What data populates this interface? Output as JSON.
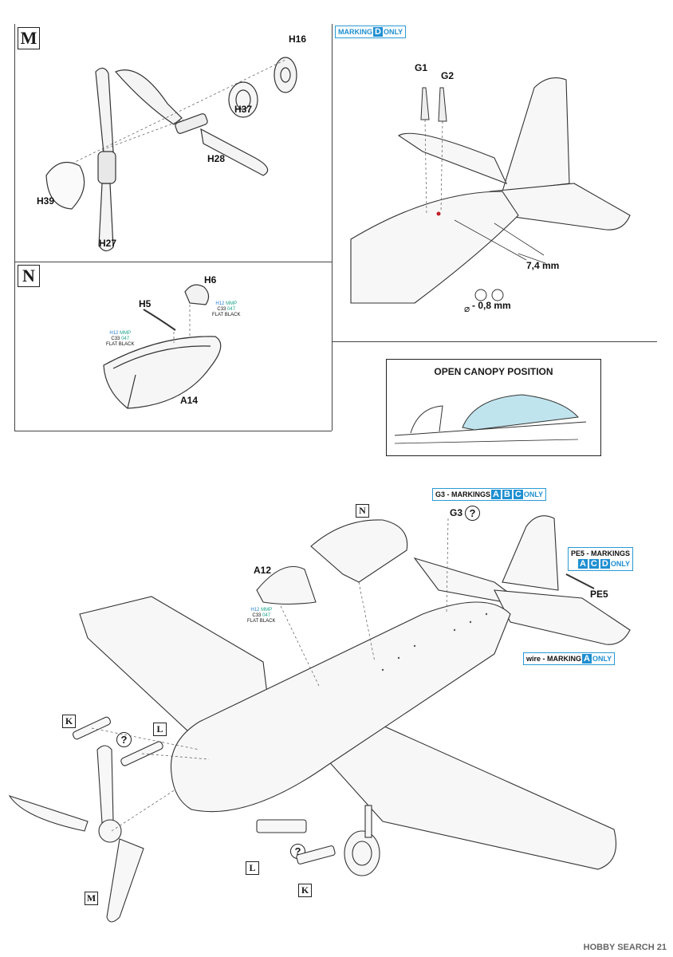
{
  "steps": {
    "M": "M",
    "N": "N",
    "K": "K",
    "L": "L"
  },
  "panel_m": {
    "parts": [
      "H16",
      "H37",
      "H28",
      "H39",
      "H27"
    ]
  },
  "panel_n": {
    "parts": [
      "H6",
      "H5",
      "A14"
    ],
    "paint_h6": {
      "h": "H12",
      "mmp": "MMP",
      "c": "C33",
      "code": "047",
      "name": "FLAT BLACK"
    },
    "paint_a14": {
      "h": "H12",
      "mmp": "MMP",
      "c": "C33",
      "code": "047",
      "name": "FLAT BLACK"
    }
  },
  "panel_tail": {
    "note_prefix": "MARKING",
    "note_tag": "D",
    "note_suffix": "ONLY",
    "parts": [
      "G1",
      "G2"
    ],
    "dim1": "7,4 mm",
    "dim2": "- 0,8 mm",
    "dia": "⌀"
  },
  "canopy": {
    "title": "OPEN CANOPY POSITION",
    "canopy_color": "#bfe4ee"
  },
  "main": {
    "g3_note": {
      "prefix": "G3 - MARKINGS",
      "tags": [
        "A",
        "B",
        "C"
      ],
      "suffix": "ONLY"
    },
    "pe5_note": {
      "prefix": "PE5 - MARKINGS",
      "tags": [
        "A",
        "C",
        "D"
      ],
      "suffix": "ONLY"
    },
    "wire_note": {
      "prefix": "wire - MARKING",
      "tag": "A",
      "suffix": "ONLY"
    },
    "g3_label": "G3",
    "pe5_label": "PE5",
    "a12_label": "A12",
    "paint_a12": {
      "h": "H12",
      "mmp": "MMP",
      "c": "C33",
      "code": "047",
      "name": "FLAT BLACK"
    },
    "question": "?"
  },
  "footer": {
    "watermark": "HOBBY SEARCH",
    "page_number": "21"
  },
  "colors": {
    "accent_blue": "#1f8fd1",
    "paint_green": "#1aa38a",
    "line": "#333333"
  }
}
